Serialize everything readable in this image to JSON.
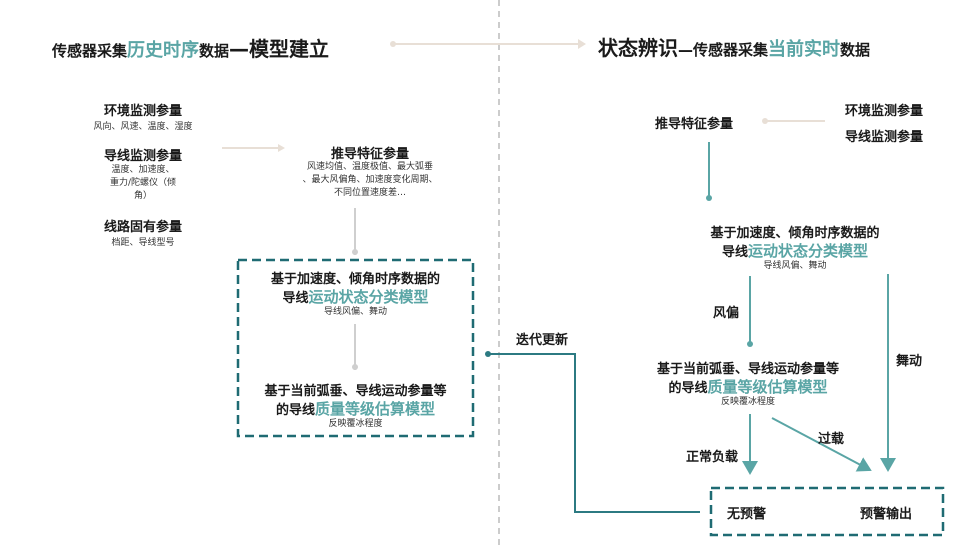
{
  "left_header": {
    "p1": "传感器采集",
    "p2": "历史时序",
    "p3": "数据",
    "p4": "—模型建立"
  },
  "right_header": {
    "p1": "状态辨识",
    "p2": "—传感器采集",
    "p3": "当前实时",
    "p4": "数据"
  },
  "left": {
    "env_title": "环境监测参量",
    "env_sub": "风向、风速、温度、湿度",
    "cond_title": "导线监测参量",
    "cond_sub": "温度、加速度、\n重力/陀螺仪（倾\n角）",
    "line_title": "线路固有参量",
    "line_sub": "档距、导线型号",
    "derived_title": "推导特征参量",
    "derived_sub": "风速均值、温度极值、最大弧垂\n、最大风偏角、加速度变化周期、\n不同位置速度差…",
    "motion_l1": "基于加速度、倾角时序数据的",
    "motion_l2a": "导线",
    "motion_l2b": "运动状态分类模型",
    "motion_sub": "导线风偏、舞动",
    "quality_l1": "基于当前弧垂、导线运动参量等",
    "quality_l2a": "的导线",
    "quality_l2b": "质量等级估算模型",
    "quality_sub": "反映覆冰程度"
  },
  "middle": {
    "iterate": "迭代更新"
  },
  "right": {
    "derived_title": "推导特征参量",
    "env_title": "环境监测参量",
    "cond_title": "导线监测参量",
    "motion_l1": "基于加速度、倾角时序数据的",
    "motion_l2a": "导线",
    "motion_l2b": "运动状态分类模型",
    "motion_sub": "导线风偏、舞动",
    "wind_label": "风偏",
    "gallop_label": "舞动",
    "quality_l1": "基于当前弧垂、导线运动参量等",
    "quality_l2a": "的导线",
    "quality_l2b": "质量等级估算模型",
    "quality_sub": "反映覆冰程度",
    "overload_label": "过载",
    "normal_label": "正常负载",
    "no_warning": "无预警",
    "warning_output": "预警输出"
  },
  "colors": {
    "accent": "#5aa5a5",
    "connector": "#2c7a82",
    "box_dash": "#1f6b73",
    "divider": "#cccccc",
    "arrow_light": "#e8dfd6"
  }
}
